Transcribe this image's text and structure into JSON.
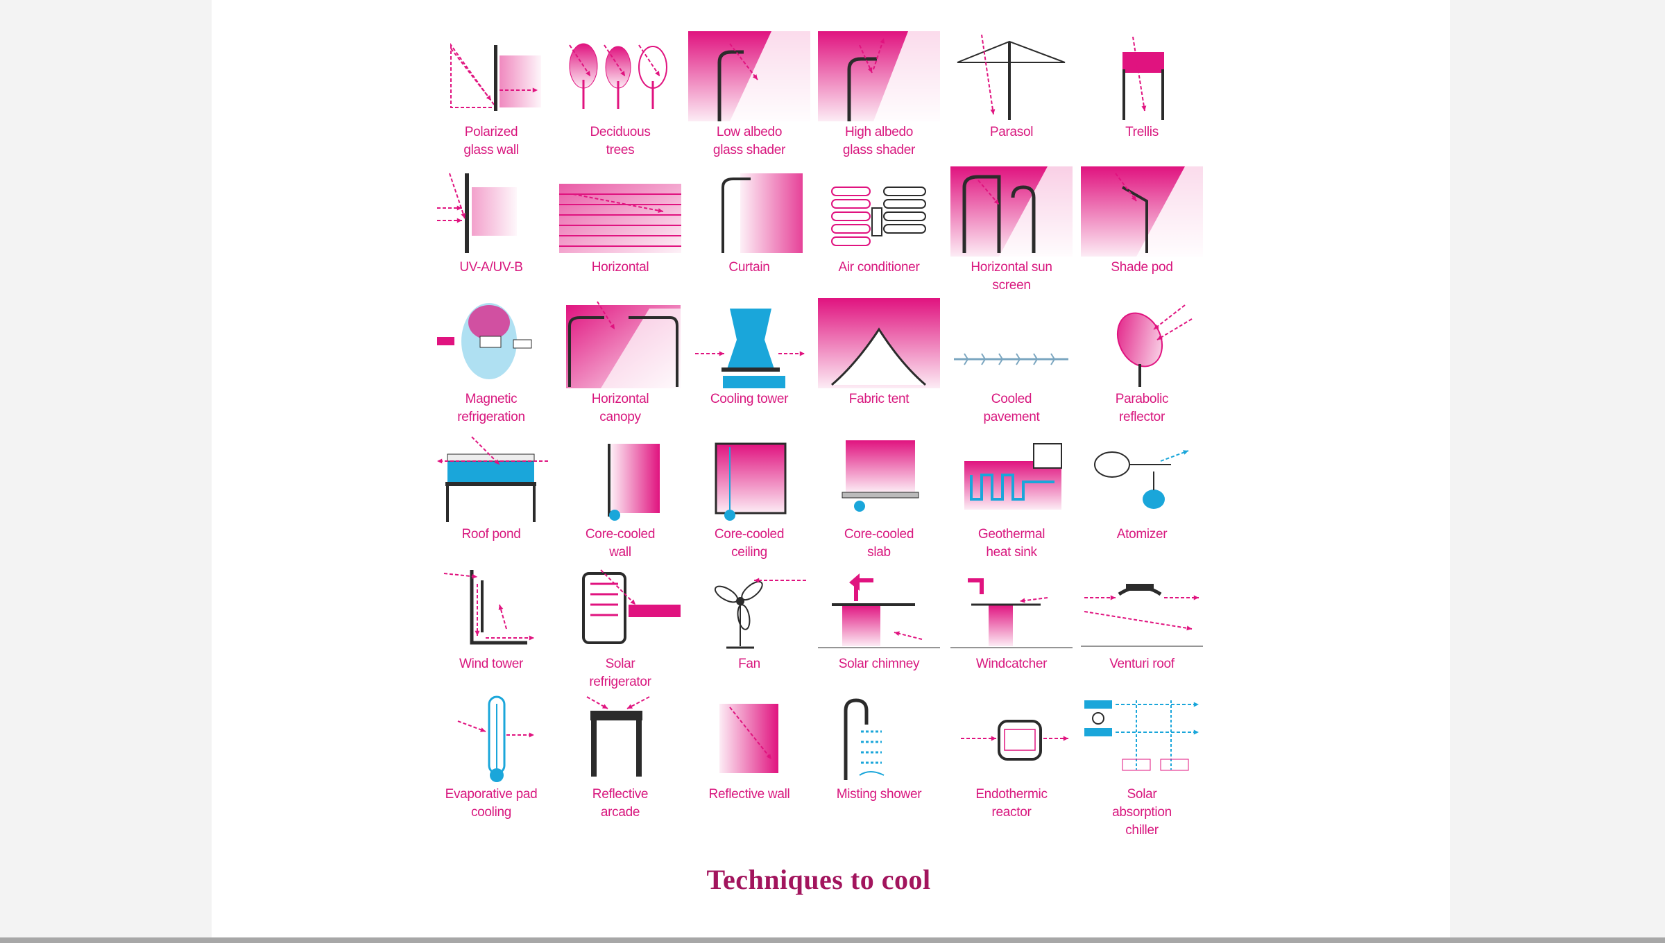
{
  "figure": {
    "title": "Techniques to cool",
    "colors": {
      "magenta": "#e0137f",
      "cyan": "#1aa6da",
      "dark": "#2b2b2b",
      "title": "#a2145d"
    },
    "items": [
      {
        "label": "Polarized\nglass wall",
        "icon": "polarized-glass-wall-icon"
      },
      {
        "label": "Deciduous\ntrees",
        "icon": "deciduous-trees-icon"
      },
      {
        "label": "Low albedo\nglass shader",
        "icon": "low-albedo-glass-shader-icon"
      },
      {
        "label": "High albedo\nglass shader",
        "icon": "high-albedo-glass-shader-icon"
      },
      {
        "label": "Parasol",
        "icon": "parasol-icon"
      },
      {
        "label": "Trellis",
        "icon": "trellis-icon"
      },
      {
        "label": "UV-A/UV-B",
        "icon": "uv-filter-icon"
      },
      {
        "label": "Horizontal",
        "icon": "horizontal-louver-icon"
      },
      {
        "label": "Curtain",
        "icon": "curtain-icon"
      },
      {
        "label": "Air conditioner",
        "icon": "air-conditioner-icon"
      },
      {
        "label": "Horizontal sun\nscreen",
        "icon": "horizontal-sun-screen-icon"
      },
      {
        "label": "Shade pod",
        "icon": "shade-pod-icon"
      },
      {
        "label": "Magnetic\nrefrigeration",
        "icon": "magnetic-refrigeration-icon"
      },
      {
        "label": "Horizontal\ncanopy",
        "icon": "horizontal-canopy-icon"
      },
      {
        "label": "Cooling tower",
        "icon": "cooling-tower-icon"
      },
      {
        "label": "Fabric tent",
        "icon": "fabric-tent-icon"
      },
      {
        "label": "Cooled\npavement",
        "icon": "cooled-pavement-icon"
      },
      {
        "label": "Parabolic\nreflector",
        "icon": "parabolic-reflector-icon"
      },
      {
        "label": "Roof pond",
        "icon": "roof-pond-icon"
      },
      {
        "label": "Core-cooled\nwall",
        "icon": "core-cooled-wall-icon"
      },
      {
        "label": "Core-cooled\nceiling",
        "icon": "core-cooled-ceiling-icon"
      },
      {
        "label": "Core-cooled\nslab",
        "icon": "core-cooled-slab-icon"
      },
      {
        "label": "Geothermal\nheat sink",
        "icon": "geothermal-heat-sink-icon"
      },
      {
        "label": "Atomizer",
        "icon": "atomizer-icon"
      },
      {
        "label": "Wind tower",
        "icon": "wind-tower-icon"
      },
      {
        "label": "Solar\nrefrigerator",
        "icon": "solar-refrigerator-icon"
      },
      {
        "label": "Fan",
        "icon": "fan-icon"
      },
      {
        "label": "Solar chimney",
        "icon": "solar-chimney-icon"
      },
      {
        "label": "Windcatcher",
        "icon": "windcatcher-icon"
      },
      {
        "label": "Venturi roof",
        "icon": "venturi-roof-icon"
      },
      {
        "label": "Evaporative pad\ncooling",
        "icon": "evaporative-pad-cooling-icon"
      },
      {
        "label": "Reflective\narcade",
        "icon": "reflective-arcade-icon"
      },
      {
        "label": "Reflective wall",
        "icon": "reflective-wall-icon"
      },
      {
        "label": "Misting shower",
        "icon": "misting-shower-icon"
      },
      {
        "label": "Endothermic\nreactor",
        "icon": "endothermic-reactor-icon"
      },
      {
        "label": "Solar\nabsorption\nchiller",
        "icon": "solar-absorption-chiller-icon"
      }
    ]
  }
}
